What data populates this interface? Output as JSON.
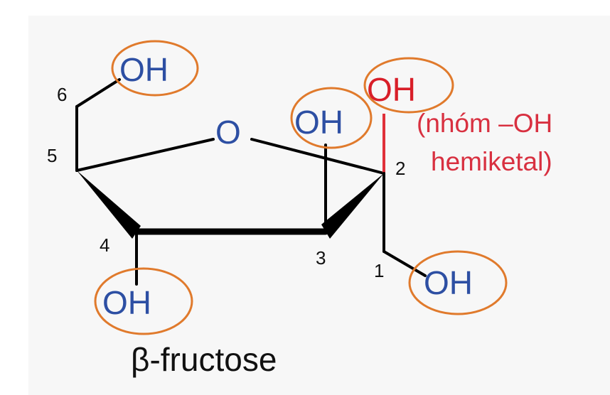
{
  "molecule": {
    "title": "β-fructose",
    "ring_oxygen": "O",
    "carbon_numbers": {
      "c1": "1",
      "c2": "2",
      "c3": "3",
      "c4": "4",
      "c5": "5",
      "c6": "6"
    },
    "hydroxyl_groups": {
      "c6": "OH",
      "c3": "OH",
      "c2_hemiketal": "OH",
      "c4": "OH",
      "c1": "OH"
    },
    "annotation": {
      "line1": "(nhóm –OH",
      "line2": "hemiketal)"
    }
  },
  "colors": {
    "hydroxyl": "#2d4fa3",
    "hemiketal": "#d81e28",
    "highlight_circle": "#e07a2c",
    "bond": "#000000"
  }
}
